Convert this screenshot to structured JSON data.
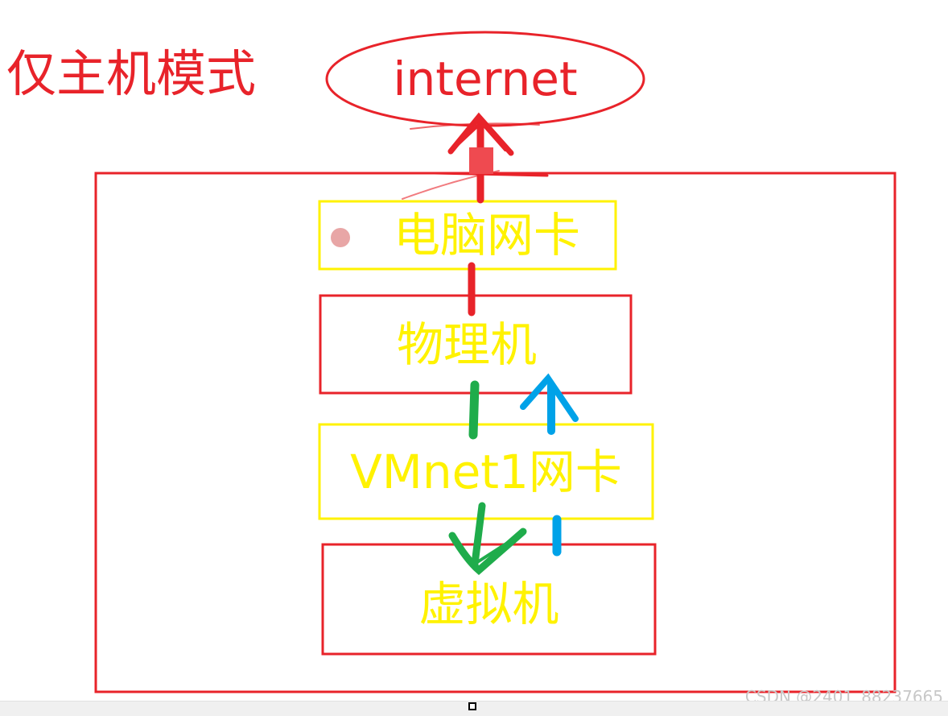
{
  "title": "仅主机模式",
  "nodes": {
    "internet": "internet",
    "nic": "电脑网卡",
    "host": "物理机",
    "vmnet1": "VMnet1网卡",
    "vm": "虚拟机"
  },
  "watermark": "CSDN @2401_88237665",
  "colors": {
    "red": "#e8232a",
    "yellow": "#fff200",
    "green": "#1fac4b",
    "blue": "#00a2e8",
    "dot": "#e8a6a6",
    "watermark": "#c8c8c8"
  }
}
